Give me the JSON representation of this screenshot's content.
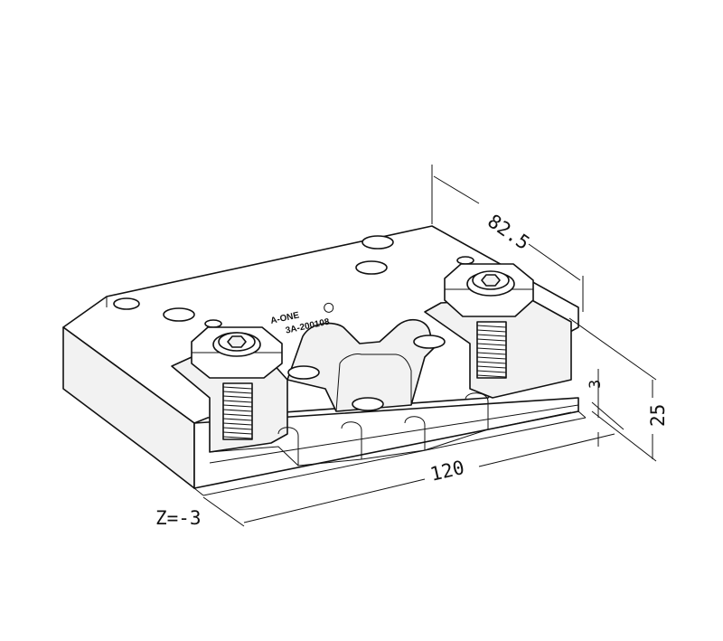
{
  "dimensions": {
    "depth": "82.5",
    "width": "120",
    "height": "25",
    "slot_depth": "3"
  },
  "z_offset": "Z=-3",
  "marking": {
    "brand": "A-ONE",
    "part_number": "3A-200108"
  },
  "colors": {
    "line": "#111111",
    "background": "#ffffff"
  }
}
